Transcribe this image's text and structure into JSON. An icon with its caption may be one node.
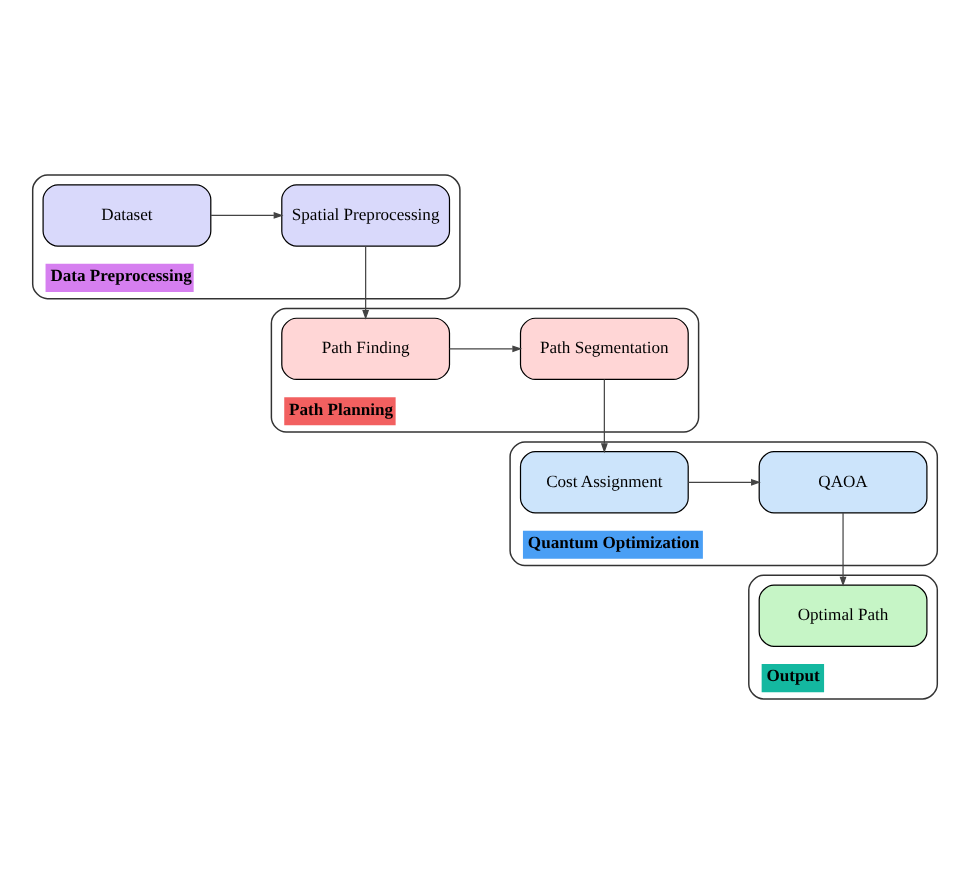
{
  "diagram": {
    "nodes": [
      {
        "text": [
          "Data Preprocessing"
        ]
      },
      {
        "text": [
          "Dataset"
        ],
        "in": 0
      },
      {
        "text": [
          "Spatial Preprocessing"
        ],
        "in": 0
      },
      {
        "text": [
          "Path Planning"
        ]
      },
      {
        "text": [
          "Path Finding"
        ],
        "in": 3
      },
      {
        "text": [
          "Path Segmentation"
        ],
        "in": 3
      },
      {
        "text": [
          "Quantum Optimization"
        ]
      },
      {
        "text": [
          "Cost Assignment"
        ],
        "in": 6
      },
      {
        "text": [
          "QAOA"
        ],
        "in": 6
      },
      {
        "text": [
          "Output"
        ]
      },
      {
        "text": [
          "Optimal Path"
        ],
        "in": 9
      }
    ],
    "edges": [
      {
        "from": 1,
        "to": 2,
        "arrow": "to"
      },
      {
        "from": 2,
        "to": 4,
        "arrow": "to"
      },
      {
        "from": 4,
        "to": 5,
        "arrow": "to"
      },
      {
        "from": 5,
        "to": 7,
        "arrow": "to"
      },
      {
        "from": 7,
        "to": 8,
        "arrow": "to"
      },
      {
        "from": 8,
        "to": 10,
        "arrow": "to"
      }
    ]
  }
}
